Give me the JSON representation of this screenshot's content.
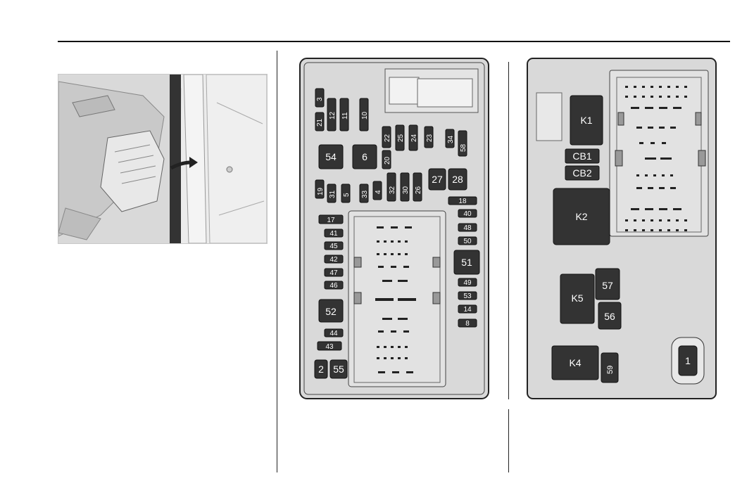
{
  "diagram": {
    "left_box": {
      "top_labels": [
        "3",
        "21",
        "12",
        "11",
        "10"
      ],
      "large_fuses": [
        "54",
        "6",
        "27",
        "28",
        "51",
        "52",
        "2",
        "55"
      ],
      "row2_fuses": [
        "22",
        "20",
        "25",
        "24",
        "23",
        "34",
        "58"
      ],
      "row3_fuses": [
        "19",
        "31",
        "5",
        "33",
        "4",
        "32",
        "30",
        "26"
      ],
      "right_stack": [
        "18",
        "40",
        "48",
        "50",
        "49",
        "53",
        "14",
        "8"
      ],
      "left_stack": [
        "17",
        "41",
        "45",
        "42",
        "47",
        "46",
        "44",
        "43"
      ]
    },
    "right_box": {
      "relays": [
        "K1",
        "CB1",
        "CB2",
        "K2",
        "K5",
        "57",
        "56",
        "K4",
        "59",
        "1"
      ]
    }
  },
  "icons": [
    "arrow-icon"
  ]
}
